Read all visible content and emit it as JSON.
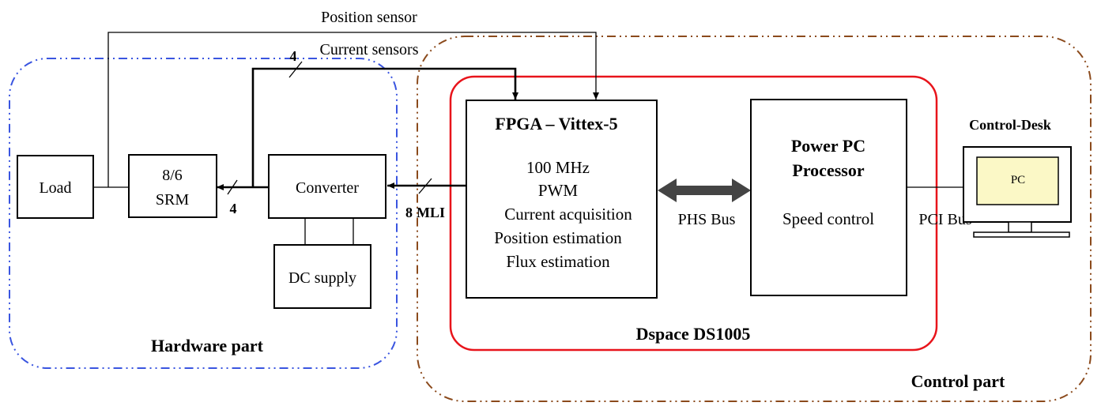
{
  "labels": {
    "position_sensor": "Position sensor",
    "current_sensors": "Current sensors",
    "current_sensors_count": "4",
    "srm_output_count": "4",
    "mli_count": "8",
    "mli_label": "MLI",
    "phs_bus": "PHS Bus",
    "pci_bus": "PCI Bus"
  },
  "blocks": {
    "load": "Load",
    "srm": [
      "8/6",
      "SRM"
    ],
    "converter": "Converter",
    "dc_supply": "DC supply",
    "fpga": {
      "title": "FPGA – Vittex-5",
      "lines": [
        "100 MHz",
        "PWM",
        "Current acquisition",
        "Position estimation",
        "Flux estimation"
      ]
    },
    "ppc": {
      "title": [
        "Power PC",
        "Processor"
      ],
      "lines": [
        "Speed control"
      ]
    },
    "control_desk": {
      "title": "Control-Desk",
      "screen": "PC"
    }
  },
  "groups": {
    "hardware": {
      "label": "Hardware part",
      "color": "#3a55e0"
    },
    "dspace": {
      "label": "Dspace DS1005",
      "color": "#e8141b"
    },
    "control": {
      "label": "Control part",
      "color": "#8b4a1c"
    }
  },
  "colors": {
    "screen_fill": "#fbf8c6"
  }
}
